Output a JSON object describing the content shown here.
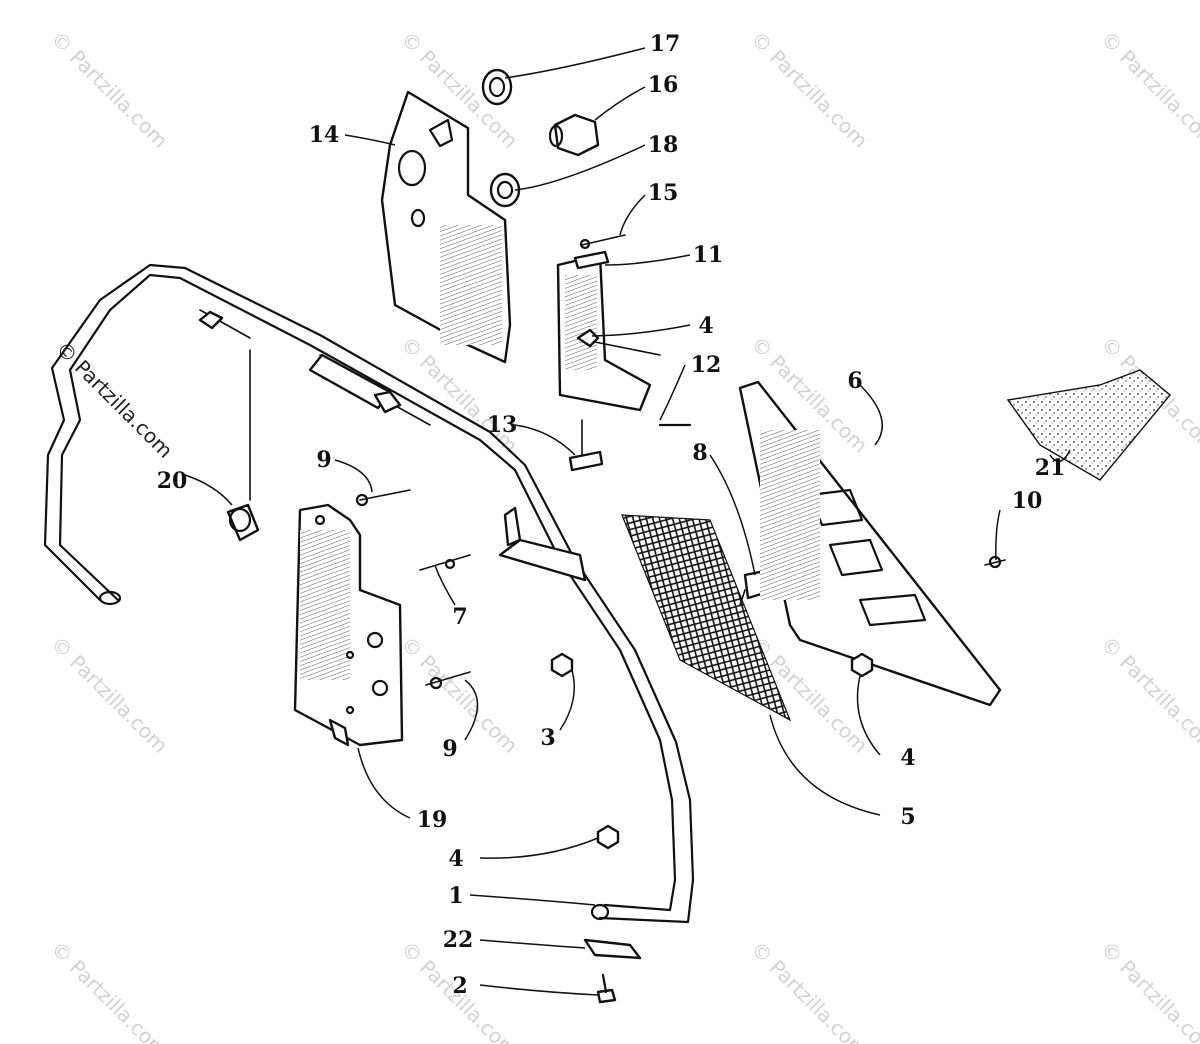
{
  "watermark": {
    "text": "© Partzilla.com",
    "main_text": "© Partzilla.com"
  },
  "callouts": [
    {
      "id": "17",
      "label": "17"
    },
    {
      "id": "16",
      "label": "16"
    },
    {
      "id": "14",
      "label": "14"
    },
    {
      "id": "18",
      "label": "18"
    },
    {
      "id": "15",
      "label": "15"
    },
    {
      "id": "11",
      "label": "11"
    },
    {
      "id": "4a",
      "label": "4"
    },
    {
      "id": "12",
      "label": "12"
    },
    {
      "id": "6",
      "label": "6"
    },
    {
      "id": "13",
      "label": "13"
    },
    {
      "id": "21",
      "label": "21"
    },
    {
      "id": "9a",
      "label": "9"
    },
    {
      "id": "8",
      "label": "8"
    },
    {
      "id": "10",
      "label": "10"
    },
    {
      "id": "20",
      "label": "20"
    },
    {
      "id": "7",
      "label": "7"
    },
    {
      "id": "3",
      "label": "3"
    },
    {
      "id": "9b",
      "label": "9"
    },
    {
      "id": "4b",
      "label": "4"
    },
    {
      "id": "5",
      "label": "5"
    },
    {
      "id": "19",
      "label": "19"
    },
    {
      "id": "4c",
      "label": "4"
    },
    {
      "id": "1",
      "label": "1"
    },
    {
      "id": "22",
      "label": "22"
    },
    {
      "id": "2",
      "label": "2"
    }
  ]
}
